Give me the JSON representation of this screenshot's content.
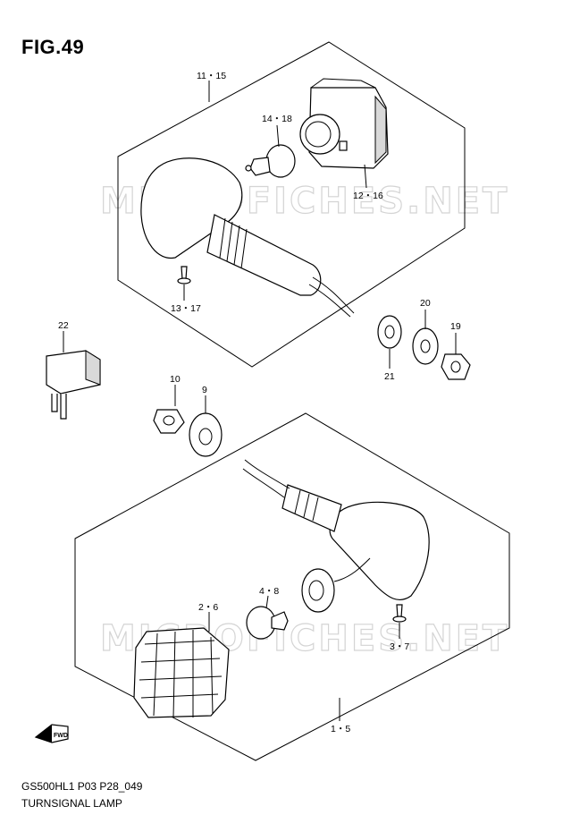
{
  "figure": {
    "number": "FIG.49"
  },
  "footer": {
    "code": "GS500HL1 P03 P28_049",
    "name": "TURNSIGNAL LAMP"
  },
  "watermark": {
    "text": "MICROFICHES.NET"
  },
  "fwd": {
    "label": "FWD",
    "icon": "fwd-arrow-icon"
  },
  "callouts": {
    "c1115": "11・15",
    "c1418": "14・18",
    "c1216": "12・16",
    "c1317": "13・17",
    "c22": "22",
    "c20": "20",
    "c19": "19",
    "c21": "21",
    "c10": "10",
    "c9": "9",
    "c26": "2・6",
    "c48": "4・8",
    "c37": "3・7",
    "c15": "1・5"
  }
}
